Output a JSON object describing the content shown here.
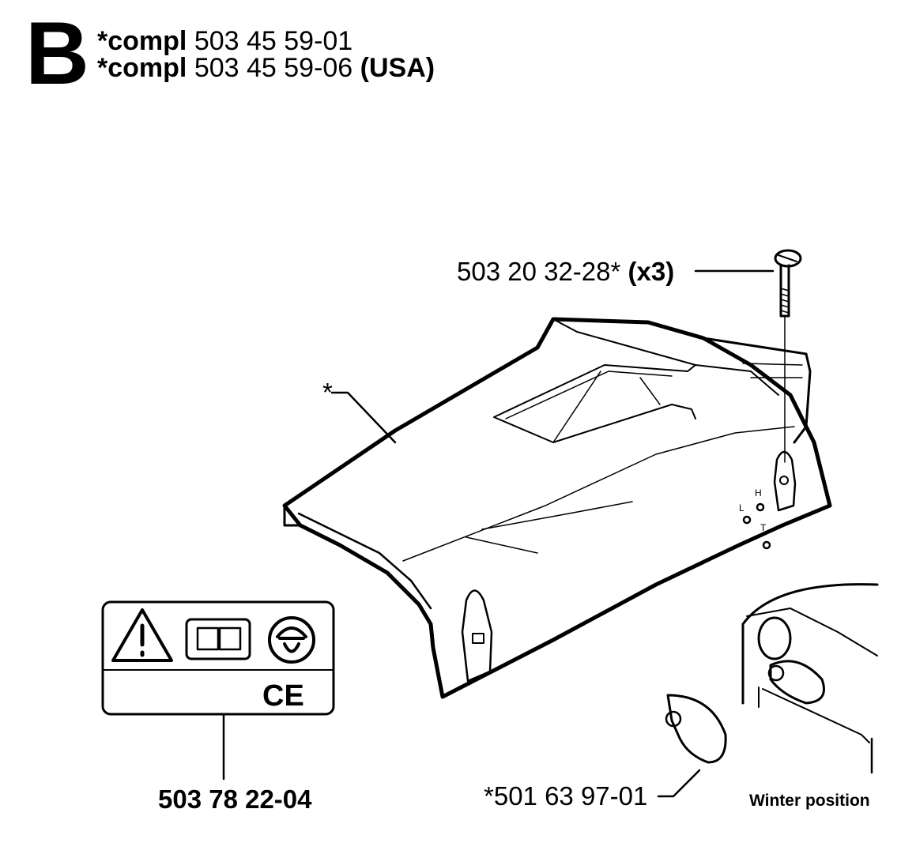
{
  "header": {
    "section_letter": "B",
    "lines": [
      {
        "prefix": "*compl",
        "number": "503 45 59-01",
        "suffix": ""
      },
      {
        "prefix": "*compl",
        "number": "503 45 59-06",
        "suffix": "(USA)"
      }
    ]
  },
  "parts": {
    "screw": {
      "number": "503 20 32-28*",
      "qty": "(x3)"
    },
    "cover": {
      "mark": "*"
    },
    "decal": {
      "number": "503 78 22-04"
    },
    "plug": {
      "number": "*501 63 97-01"
    },
    "winter": {
      "caption": "Winter position"
    }
  }
}
